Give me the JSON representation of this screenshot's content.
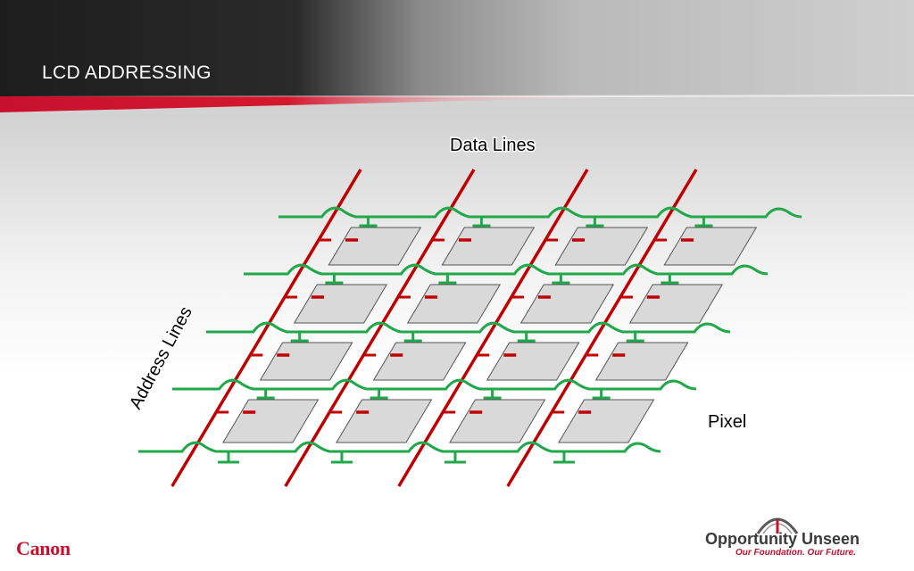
{
  "slide": {
    "title": "LCD ADDRESSING"
  },
  "diagram": {
    "data_lines_label": "Data Lines",
    "address_lines_label": "Address Lines",
    "pixel_label": "Pixel",
    "colors": {
      "data_line": "#c00000",
      "address_line": "#21a84a",
      "pixel_fill": "#d9d9d9",
      "transistor": "#c00000"
    },
    "grid": {
      "rows": 4,
      "columns": 4
    }
  },
  "footer": {
    "brand_logo_text": "Canon",
    "tagline_main": "Opportunity Unseen",
    "tagline_sub": "Our Foundation. Our Future.",
    "colors": {
      "brand_red": "#c8102e",
      "tagline_gray": "#3a3a3a"
    }
  }
}
